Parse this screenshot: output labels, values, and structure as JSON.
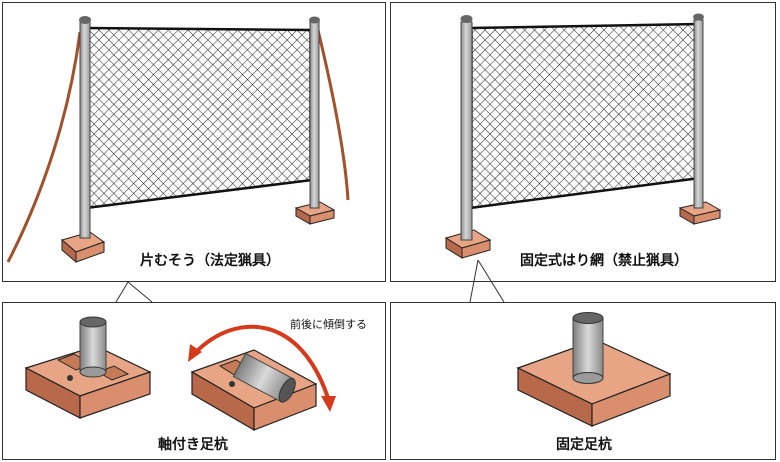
{
  "panels": {
    "top_left": {
      "caption": "片むそう（法定猟具）"
    },
    "top_right": {
      "caption": "固定式はり網（禁止猟具）"
    },
    "bottom_left": {
      "caption": "軸付き足杭",
      "note": "前後に傾倒する"
    },
    "bottom_right": {
      "caption": "固定足杭"
    }
  },
  "colors": {
    "stake_fill": "#d98f6e",
    "stake_dark": "#b8694a",
    "pole_fill": "#b0b0b0",
    "rope": "#a0522d",
    "arrow": "#d63a1c",
    "net": "#222222"
  }
}
